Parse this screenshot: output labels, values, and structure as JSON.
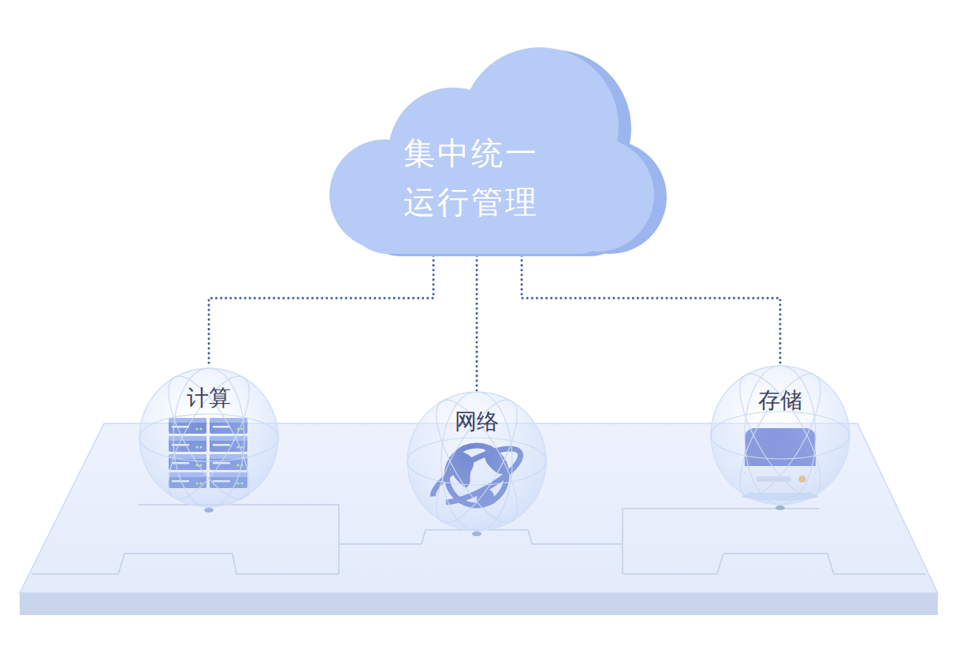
{
  "diagram": {
    "nodes": [
      {
        "text": [
          "集中统一 运行管理"
        ]
      },
      {
        "text": [
          "计算"
        ]
      },
      {
        "text": [
          "网络"
        ]
      },
      {
        "text": [
          "存储"
        ]
      }
    ],
    "edges": [
      {
        "from": 0,
        "to": 1,
        "arrow": "none"
      },
      {
        "from": 0,
        "to": 2,
        "arrow": "none"
      },
      {
        "from": 0,
        "to": 3,
        "arrow": "none"
      }
    ]
  }
}
